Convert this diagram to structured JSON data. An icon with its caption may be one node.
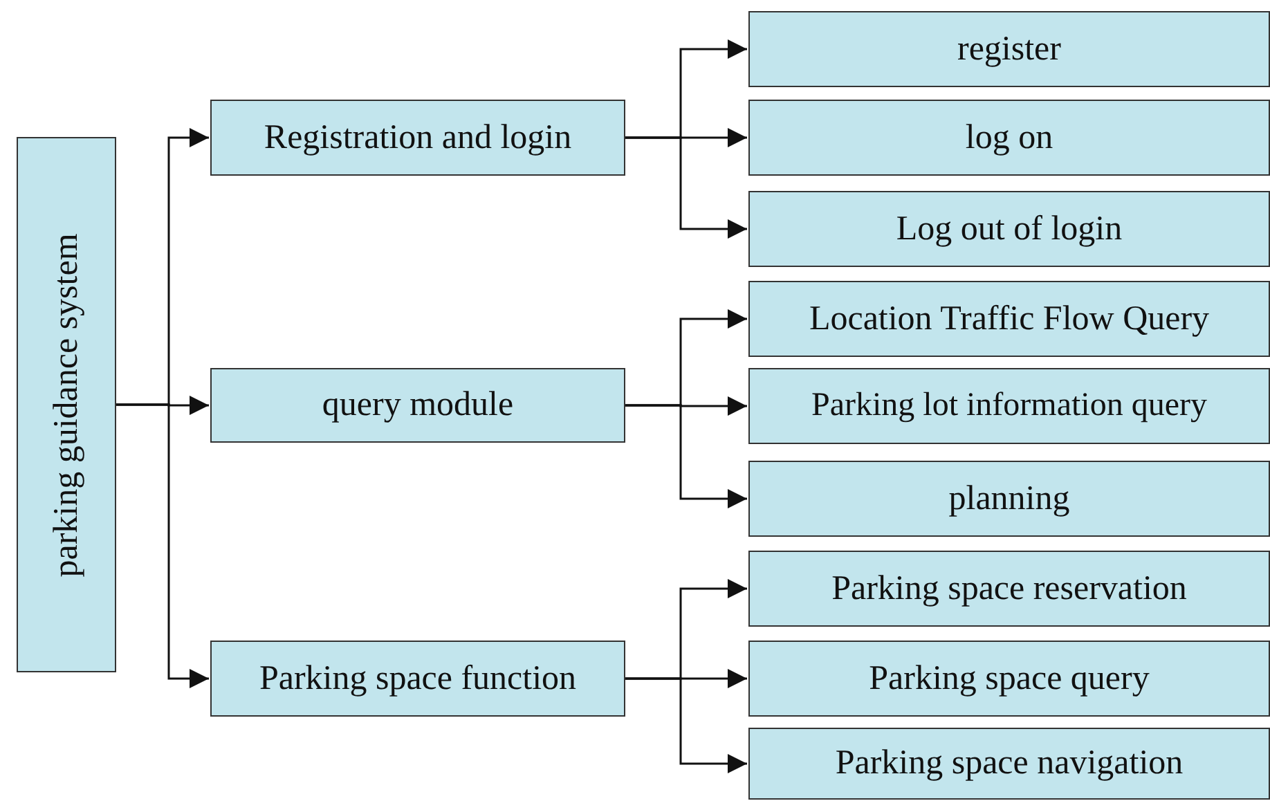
{
  "diagram": {
    "nodes": [
      {
        "text": [
          "parking guidance system"
        ]
      },
      {
        "text": [
          "Registration and login"
        ]
      },
      {
        "text": [
          "query module"
        ]
      },
      {
        "text": [
          "Parking space function"
        ]
      },
      {
        "text": [
          "register"
        ]
      },
      {
        "text": [
          "log on"
        ]
      },
      {
        "text": [
          "Log out of login"
        ]
      },
      {
        "text": [
          "Location Traffic Flow Query"
        ]
      },
      {
        "text": [
          "Parking lot information query"
        ]
      },
      {
        "text": [
          "planning"
        ]
      },
      {
        "text": [
          "Parking space reservation"
        ]
      },
      {
        "text": [
          "Parking space query"
        ]
      },
      {
        "text": [
          "Parking space navigation"
        ]
      }
    ],
    "edges": [
      {
        "from": 0,
        "to": 1,
        "arrow": "to"
      },
      {
        "from": 0,
        "to": 2,
        "arrow": "to"
      },
      {
        "from": 0,
        "to": 3,
        "arrow": "to"
      },
      {
        "from": 1,
        "to": 4,
        "arrow": "to"
      },
      {
        "from": 1,
        "to": 5,
        "arrow": "to"
      },
      {
        "from": 1,
        "to": 6,
        "arrow": "to"
      },
      {
        "from": 2,
        "to": 7,
        "arrow": "to"
      },
      {
        "from": 2,
        "to": 8,
        "arrow": "to"
      },
      {
        "from": 2,
        "to": 9,
        "arrow": "to"
      },
      {
        "from": 3,
        "to": 10,
        "arrow": "to"
      },
      {
        "from": 3,
        "to": 11,
        "arrow": "to"
      },
      {
        "from": 3,
        "to": 12,
        "arrow": "to"
      }
    ]
  }
}
